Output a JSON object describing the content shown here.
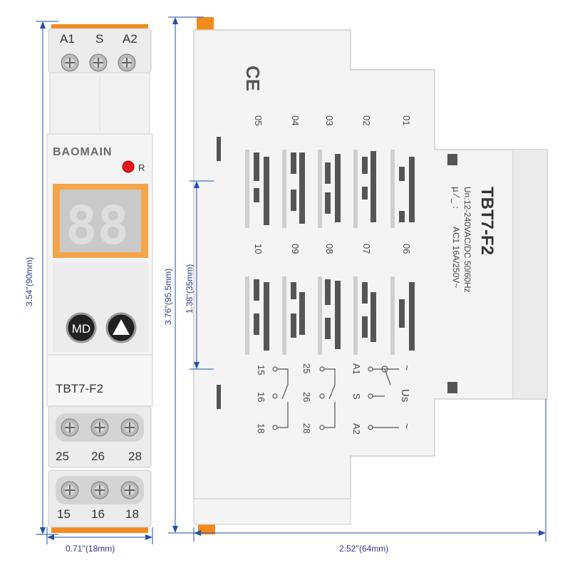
{
  "front": {
    "top_terminals": [
      "A1",
      "S",
      "A2"
    ],
    "brand": "BAOMAIN",
    "led_label": "R",
    "display_digits": "88",
    "md_button": "MD",
    "model": "TBT7-F2",
    "row1_terminals": [
      "25",
      "26",
      "28"
    ],
    "row2_terminals": [
      "15",
      "16",
      "18"
    ]
  },
  "side": {
    "ce_mark": "CE",
    "model": "TBT7-F2",
    "spec_line1": "Un:12-240VAC/DC 50/60Hz",
    "spec_line2": "AC1 16A/250V~",
    "mode_numbers_top": [
      "05",
      "04",
      "03",
      "02",
      "01"
    ],
    "mode_numbers_bottom": [
      "10",
      "09",
      "08",
      "07",
      "06"
    ],
    "us_label": "Us",
    "wiring_left": [
      "15",
      "16",
      "18"
    ],
    "wiring_mid": [
      "25",
      "26",
      "28"
    ],
    "wiring_right": [
      "A1",
      "S",
      "A2"
    ]
  },
  "dimensions": {
    "height_front": "3.54''(90mm)",
    "height_total": "3.76''(95.5mm)",
    "rail": "1.38''(35mm)",
    "width_front": "0.71''(18mm)",
    "depth": "2.52''(64mm)"
  },
  "colors": {
    "accent_orange": "#f28a1e",
    "dimension_blue": "#1f4fb0",
    "housing": "#ececec",
    "display_frame": "#f5a44a",
    "led_red": "#e8151b"
  }
}
